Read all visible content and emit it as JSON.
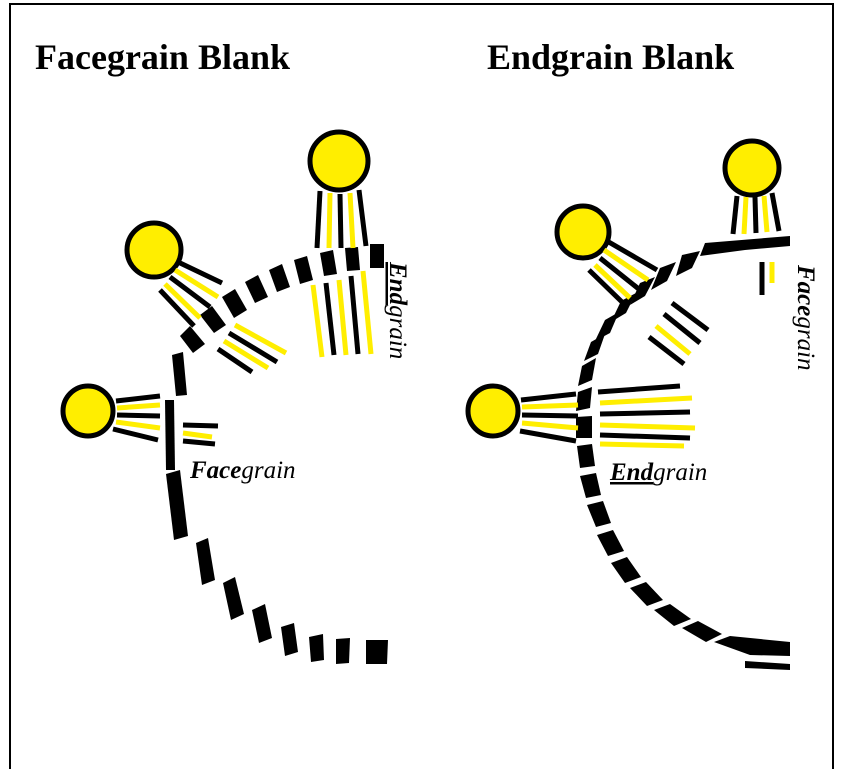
{
  "panels": {
    "left": {
      "title": "Facegrain Blank",
      "label_face": {
        "bold": "Face",
        "rest": "grain"
      },
      "label_end": {
        "bold": "End",
        "rest": "grain"
      }
    },
    "right": {
      "title": "Endgrain Blank",
      "label_face": {
        "bold": "Face",
        "rest": "grain"
      },
      "label_end": {
        "bold": "End",
        "rest": "grain"
      }
    }
  },
  "colors": {
    "light": "#ffee00",
    "ink": "#000000",
    "background": "#ffffff"
  },
  "icons": [
    "light-bulb-icon"
  ]
}
